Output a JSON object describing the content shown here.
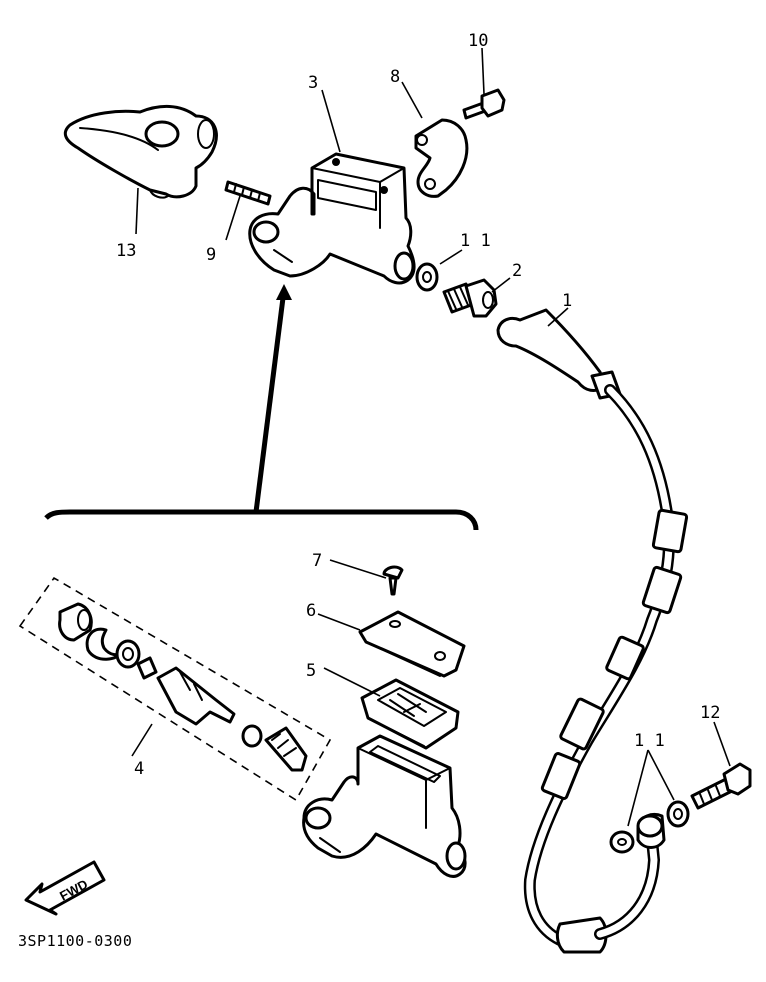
{
  "diagram": {
    "part_code": "3SP1100-0300",
    "fwd_label": "FWD",
    "callouts": {
      "p1": "1",
      "p2": "2",
      "p3": "3",
      "p4": "4",
      "p5": "5",
      "p6": "6",
      "p7": "7",
      "p8": "8",
      "p9": "9",
      "p10": "10",
      "p11a": "1 1",
      "p11b": "1 1",
      "p12": "12",
      "p13": "13"
    }
  }
}
